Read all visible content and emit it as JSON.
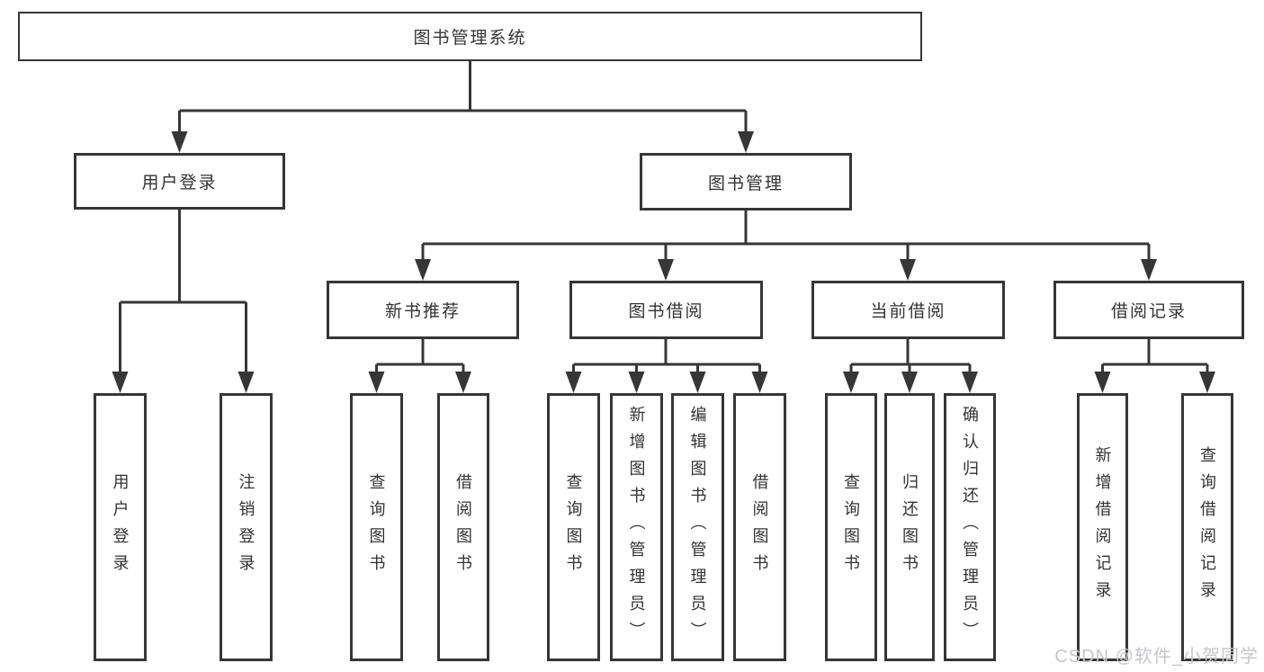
{
  "root": {
    "label": "图书管理系统"
  },
  "branches": {
    "user_login": {
      "label": "用户登录",
      "children": [
        {
          "label": "用户登录"
        },
        {
          "label": "注销登录"
        }
      ]
    },
    "book_mgmt": {
      "label": "图书管理"
    }
  },
  "groups": [
    {
      "label": "新书推荐",
      "children": [
        {
          "label": "查询图书"
        },
        {
          "label": "借阅图书"
        }
      ]
    },
    {
      "label": "图书借阅",
      "children": [
        {
          "label": "查询图书"
        },
        {
          "label": "新增图书（管理员）"
        },
        {
          "label": "编辑图书（管理员）"
        },
        {
          "label": "借阅图书"
        }
      ]
    },
    {
      "label": "当前借阅",
      "children": [
        {
          "label": "查询图书"
        },
        {
          "label": "归还图书"
        },
        {
          "label": "确认归还（管理员）"
        }
      ]
    },
    {
      "label": "借阅记录",
      "children": [
        {
          "label": "新增借阅记录"
        },
        {
          "label": "查询借阅记录"
        }
      ]
    }
  ],
  "watermark": {
    "text": "CSDN @软件_小贺同学"
  },
  "colors": {
    "line": "#363636",
    "text": "#333333",
    "watermark": "#c7c7cb"
  }
}
